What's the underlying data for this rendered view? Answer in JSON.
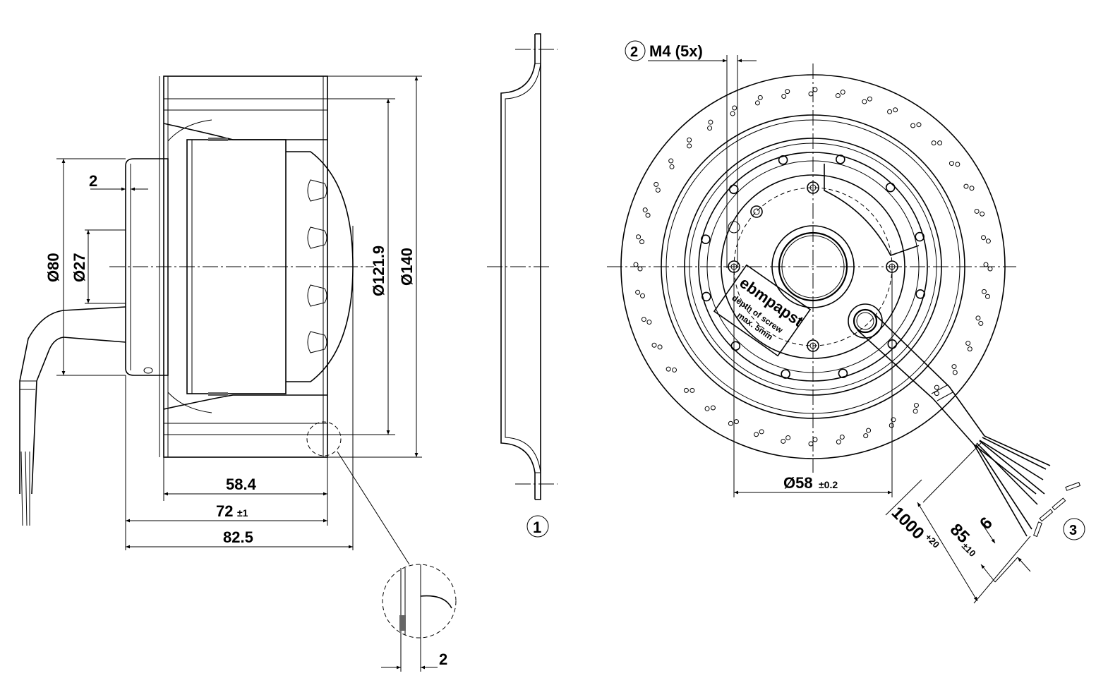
{
  "dims": {
    "d80": "Ø80",
    "d27": "Ø27",
    "d121": "Ø121.9",
    "d140": "Ø140",
    "d58": "Ø58",
    "d58_tol": "±0.2",
    "w2_top": "2",
    "w2_bottom": "2",
    "len58": "58.4",
    "len72": "72",
    "len72_tol": "±1",
    "len82": "82.5",
    "cable1000": "1000",
    "cable1000_tol": "+20",
    "cable85": "85",
    "cable85_tol": "±10",
    "cable6": "6"
  },
  "callouts": {
    "c1": "1",
    "c2": "2",
    "c3": "3",
    "m4": "M4 (5x)"
  },
  "label": {
    "brand": "ebmpapst",
    "line1": "depth of screw",
    "line2": "max. 5mm"
  }
}
